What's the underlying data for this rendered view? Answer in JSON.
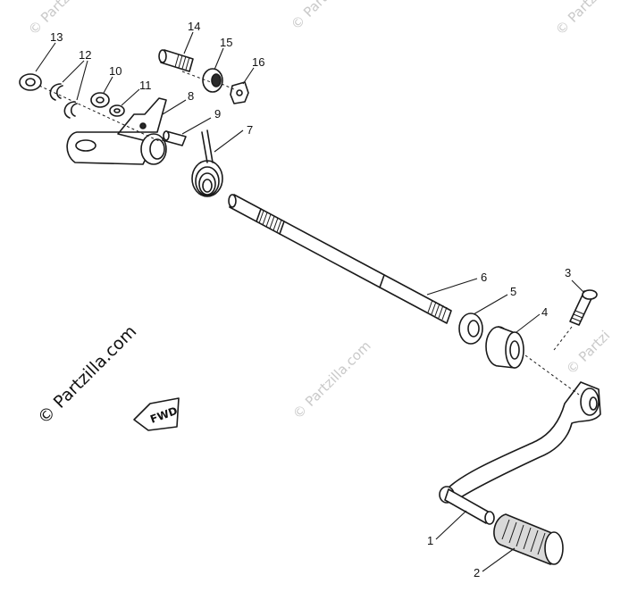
{
  "watermark": {
    "text": "© Partzilla.com",
    "short_text": "© Partzi"
  },
  "direction_tag": {
    "label": "FWD"
  },
  "callouts": [
    {
      "num": "1"
    },
    {
      "num": "2"
    },
    {
      "num": "3"
    },
    {
      "num": "4"
    },
    {
      "num": "5"
    },
    {
      "num": "6"
    },
    {
      "num": "7"
    },
    {
      "num": "8"
    },
    {
      "num": "9"
    },
    {
      "num": "10"
    },
    {
      "num": "11"
    },
    {
      "num": "12"
    },
    {
      "num": "13"
    },
    {
      "num": "14"
    },
    {
      "num": "15"
    },
    {
      "num": "16"
    }
  ]
}
